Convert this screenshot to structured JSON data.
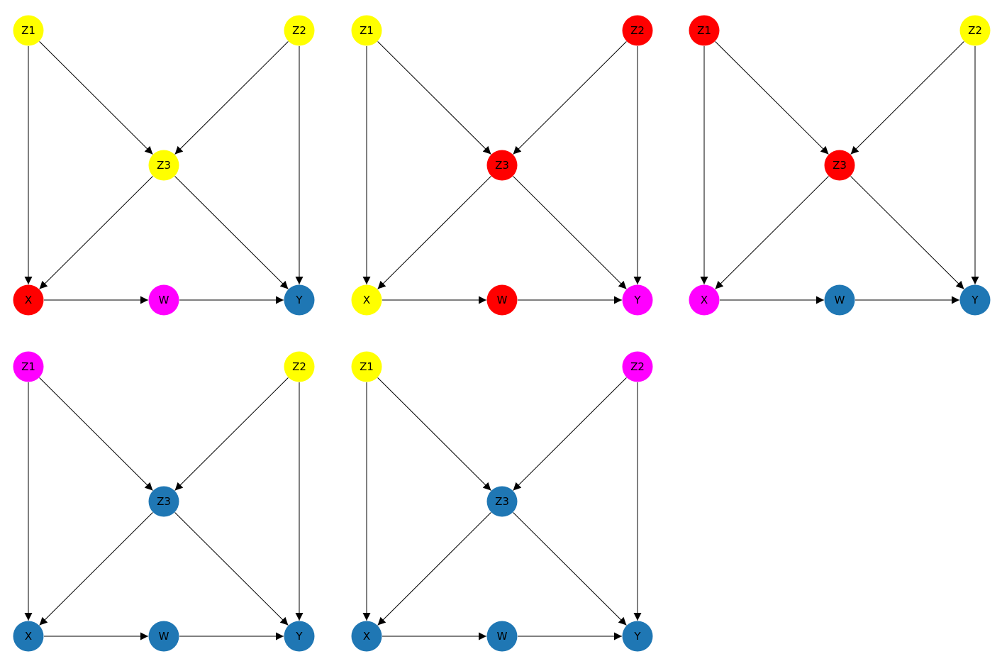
{
  "nodes": [
    "Z1",
    "Z2",
    "Z3",
    "X",
    "W",
    "Y"
  ],
  "edges": [
    [
      "Z1",
      "Z3"
    ],
    [
      "Z1",
      "X"
    ],
    [
      "Z2",
      "Z3"
    ],
    [
      "Z2",
      "Y"
    ],
    [
      "Z3",
      "X"
    ],
    [
      "Z3",
      "Y"
    ],
    [
      "X",
      "W"
    ],
    [
      "W",
      "Y"
    ]
  ],
  "colors": {
    "yellow": "#ffff00",
    "red": "#ff0000",
    "magenta": "#ff00ff",
    "blue": "#1f77b4"
  },
  "panels": [
    {
      "Z1": "yellow",
      "Z2": "yellow",
      "Z3": "yellow",
      "X": "red",
      "W": "magenta",
      "Y": "blue"
    },
    {
      "Z1": "yellow",
      "Z2": "red",
      "Z3": "red",
      "X": "yellow",
      "W": "red",
      "Y": "magenta"
    },
    {
      "Z1": "red",
      "Z2": "yellow",
      "Z3": "red",
      "X": "magenta",
      "W": "blue",
      "Y": "blue"
    },
    {
      "Z1": "magenta",
      "Z2": "yellow",
      "Z3": "blue",
      "X": "blue",
      "W": "blue",
      "Y": "blue"
    },
    {
      "Z1": "yellow",
      "Z2": "magenta",
      "Z3": "blue",
      "X": "blue",
      "W": "blue",
      "Y": "blue"
    }
  ]
}
